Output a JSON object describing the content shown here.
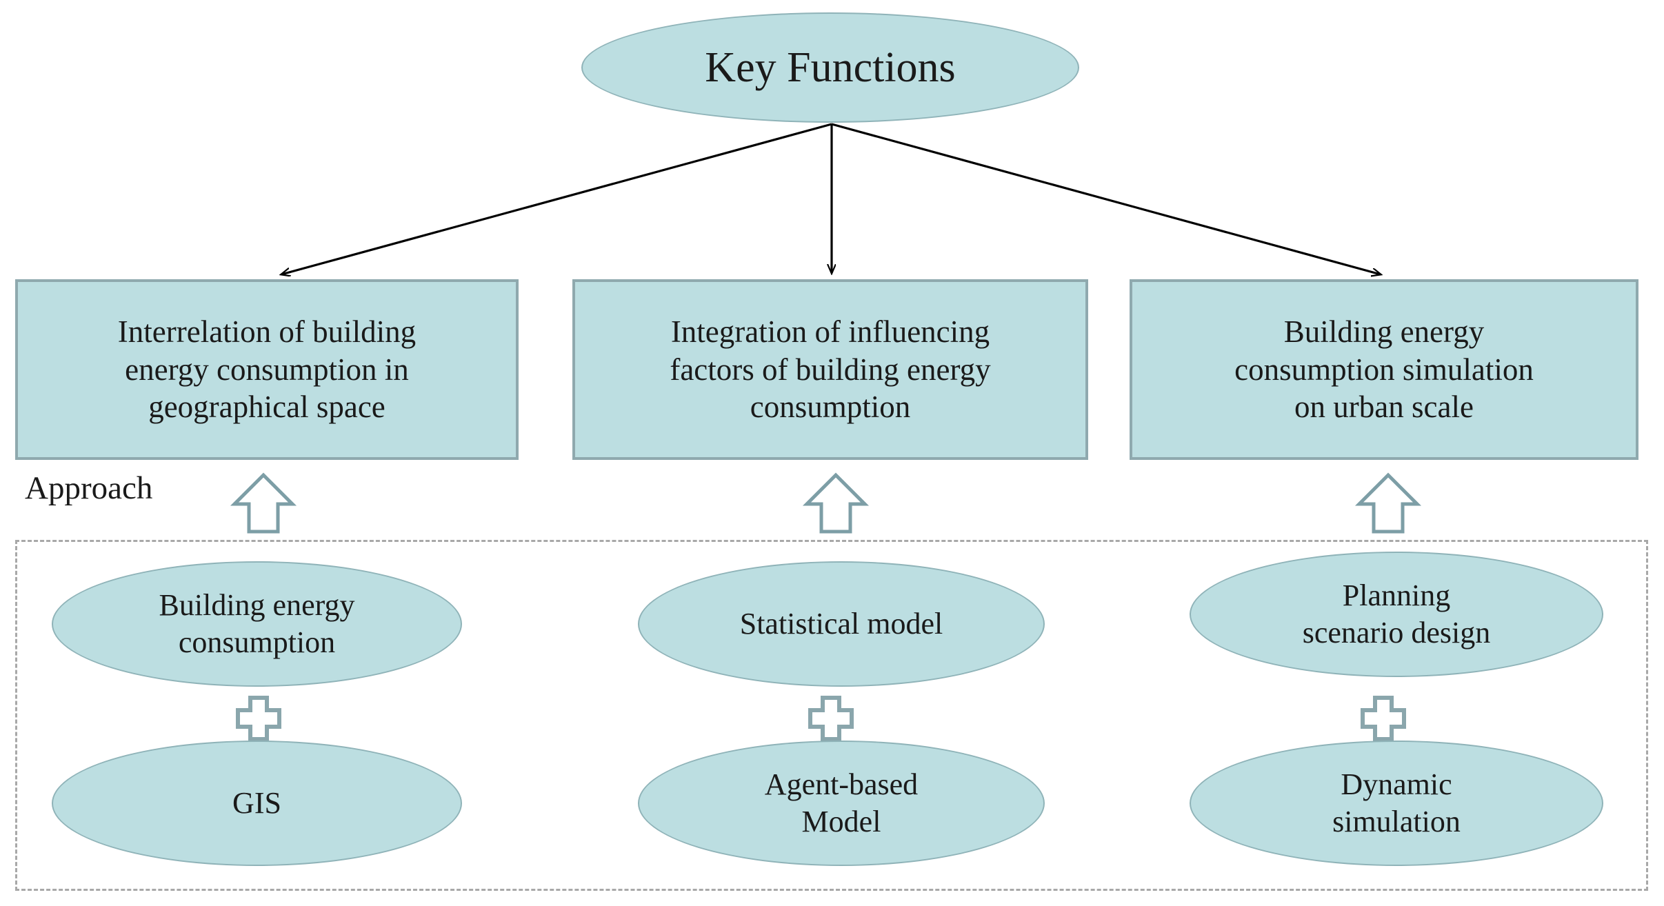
{
  "diagram": {
    "title_node": {
      "label": "Key Functions",
      "shape": "ellipse"
    },
    "approach_label": "Approach",
    "functions": [
      {
        "id": "interrelation",
        "label": "Interrelation of building\nenergy consumption in\ngeographical space"
      },
      {
        "id": "integration",
        "label": "Integration of influencing\nfactors of building energy\nconsumption"
      },
      {
        "id": "simulation",
        "label": "Building energy\nconsumption simulation\non urban scale"
      }
    ],
    "approaches": [
      {
        "id": "approach-1",
        "top": "Building energy\nconsumption",
        "operator": "plus",
        "bottom": "GIS"
      },
      {
        "id": "approach-2",
        "top": "Statistical model",
        "operator": "plus",
        "bottom": "Agent-based\nModel"
      },
      {
        "id": "approach-3",
        "top": "Planning\nscenario design",
        "operator": "plus",
        "bottom": "Dynamic\nsimulation"
      }
    ],
    "connectors": [
      {
        "from": "key-functions",
        "to": "interrelation",
        "style": "arrow"
      },
      {
        "from": "key-functions",
        "to": "integration",
        "style": "arrow"
      },
      {
        "from": "key-functions",
        "to": "simulation",
        "style": "arrow"
      },
      {
        "from": "approach-1",
        "to": "interrelation",
        "style": "block-arrow-up"
      },
      {
        "from": "approach-2",
        "to": "integration",
        "style": "block-arrow-up"
      },
      {
        "from": "approach-3",
        "to": "simulation",
        "style": "block-arrow-up"
      }
    ],
    "colors": {
      "node_fill": "#bcdee1",
      "node_stroke": "#8fb3b8",
      "box_stroke": "#8fa9ae",
      "connector": "#000000",
      "block_arrow_stroke": "#7d9ea6",
      "block_arrow_fill": "#ffffff",
      "dashed_border": "#a8a8a8",
      "text": "#1a1a1a",
      "background": "#ffffff"
    }
  }
}
